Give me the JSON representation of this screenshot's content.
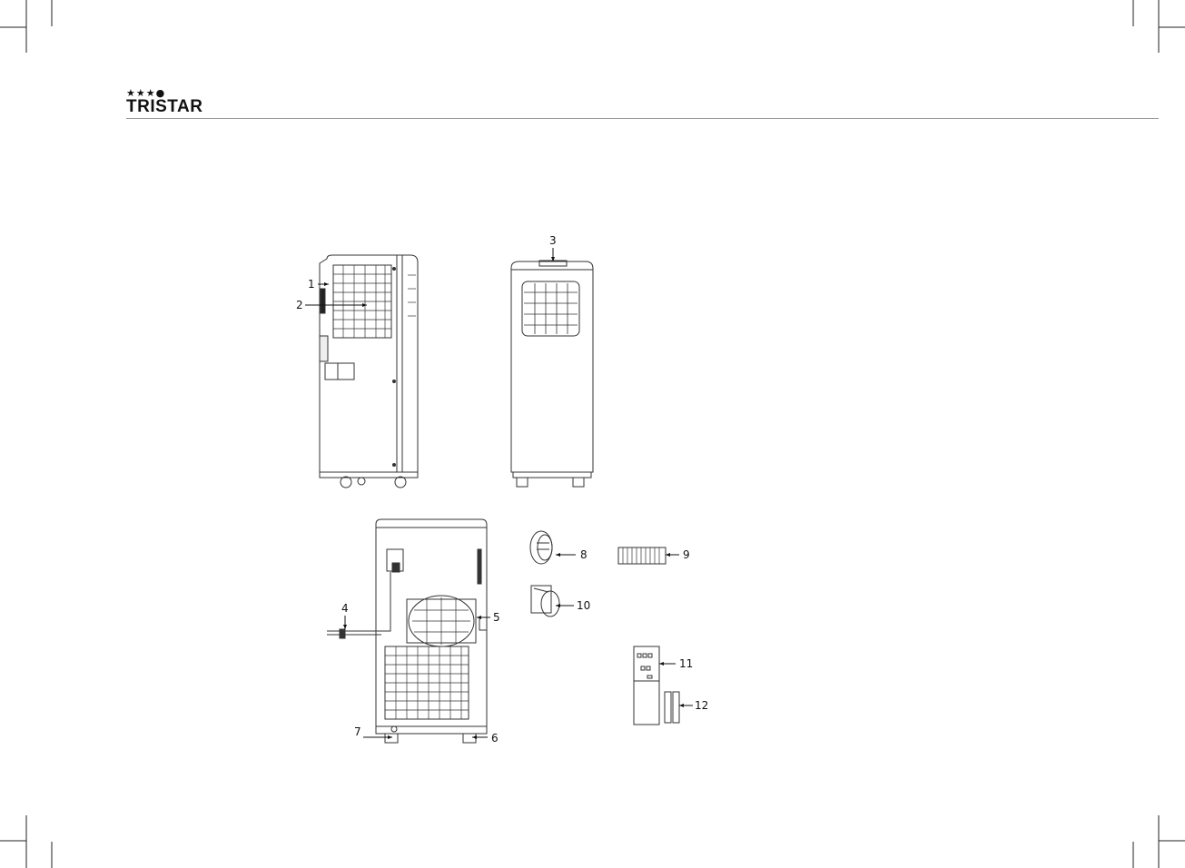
{
  "brand": {
    "stars": "★★★●",
    "name": "TRISTAR"
  },
  "callouts": [
    "1",
    "2",
    "3",
    "4",
    "5",
    "6",
    "7",
    "8",
    "9",
    "10",
    "11",
    "12"
  ]
}
